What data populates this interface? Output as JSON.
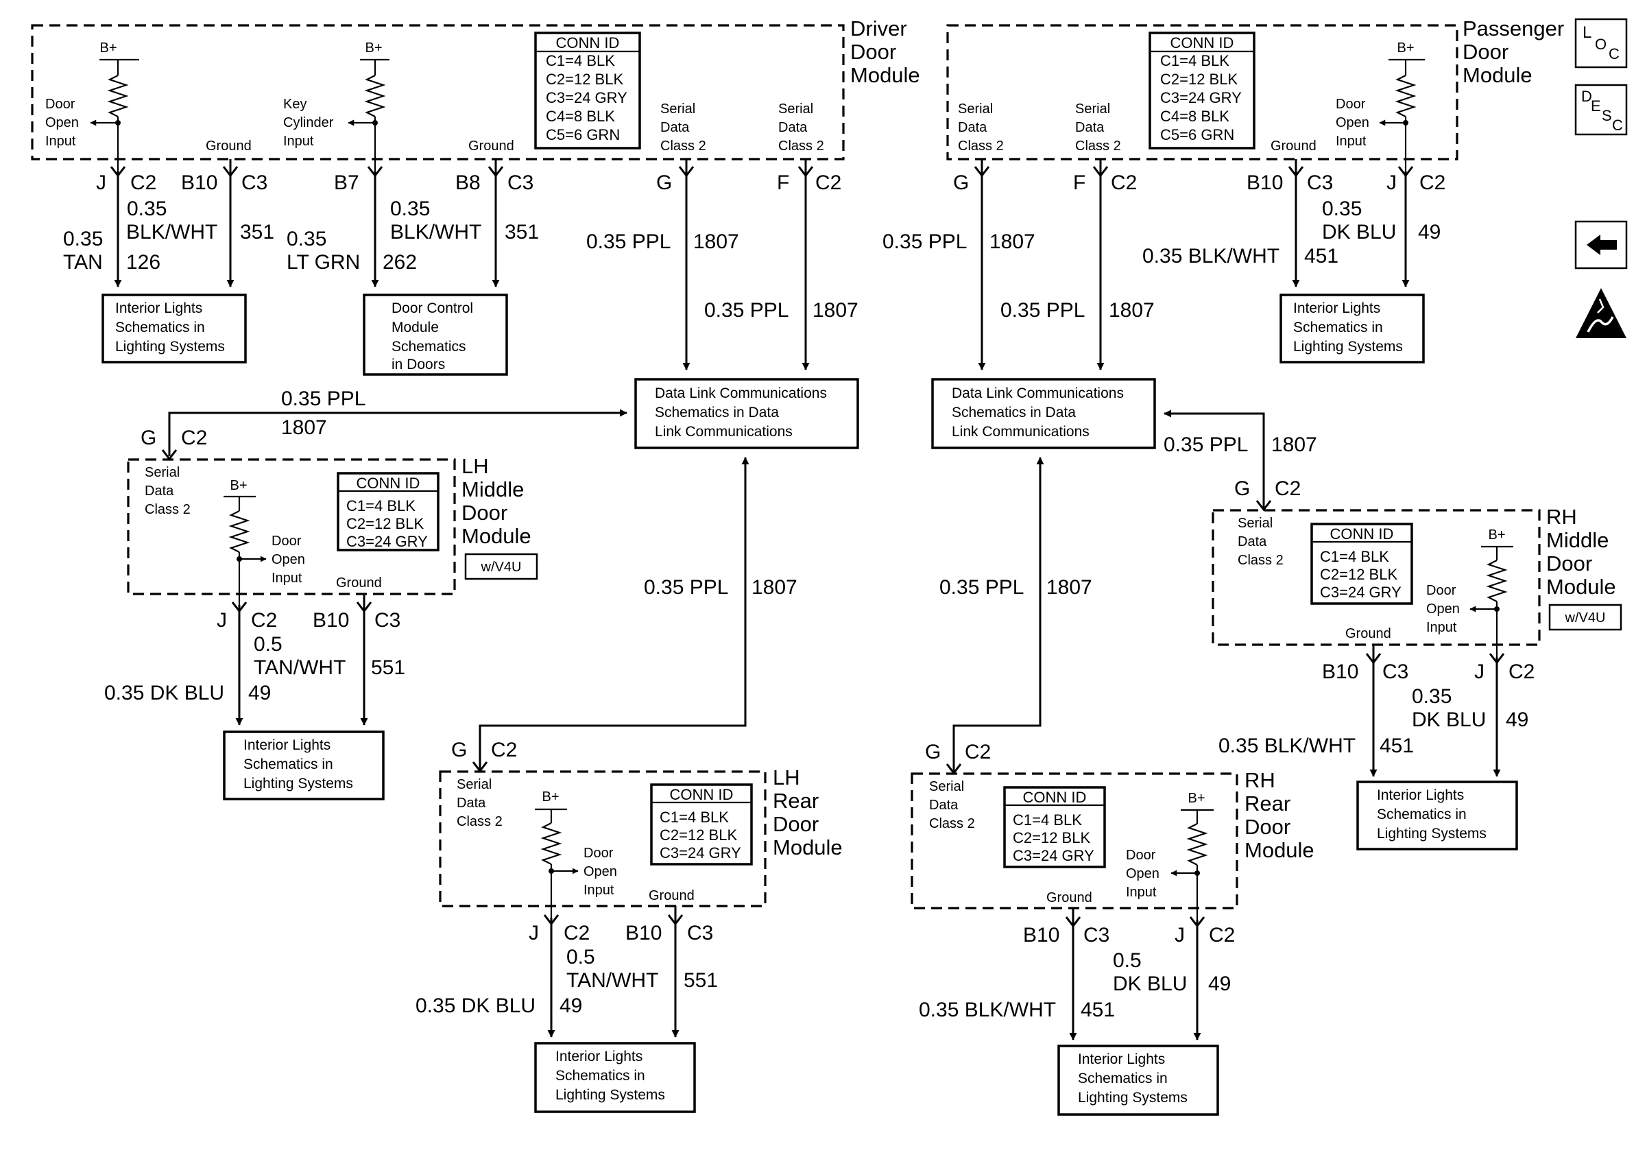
{
  "legend": {
    "connector_header": "CONN ID",
    "b_plus": "B+",
    "ground": "Ground"
  },
  "labels": {
    "door_open_input": [
      "Door",
      "Open",
      "Input"
    ],
    "key_cylinder_input": [
      "Key",
      "Cylinder",
      "Input"
    ],
    "serial_data_class_2": [
      "Serial",
      "Data",
      "Class 2"
    ],
    "option": "w/V4U"
  },
  "modules": {
    "driver": {
      "title": [
        "Driver",
        "Door",
        "Module"
      ],
      "conn": [
        "C1=4 BLK",
        "C2=12 BLK",
        "C3=24 GRY",
        "C4=8 BLK",
        "C5=6 GRN"
      ]
    },
    "passenger": {
      "title": [
        "Passenger",
        "Door",
        "Module"
      ],
      "conn": [
        "C1=4 BLK",
        "C2=12 BLK",
        "C3=24 GRY",
        "C4=8 BLK",
        "C5=6 GRN"
      ]
    },
    "lh_middle": {
      "title": [
        "LH",
        "Middle",
        "Door",
        "Module"
      ],
      "conn": [
        "C1=4 BLK",
        "C2=12 BLK",
        "C3=24 GRY"
      ]
    },
    "rh_middle": {
      "title": [
        "RH",
        "Middle",
        "Door",
        "Module"
      ],
      "conn": [
        "C1=4 BLK",
        "C2=12 BLK",
        "C3=24 GRY"
      ]
    },
    "lh_rear": {
      "title": [
        "LH",
        "Rear",
        "Door",
        "Module"
      ],
      "conn": [
        "C1=4 BLK",
        "C2=12 BLK",
        "C3=24 GRY"
      ]
    },
    "rh_rear": {
      "title": [
        "RH",
        "Rear",
        "Door",
        "Module"
      ],
      "conn": [
        "C1=4 BLK",
        "C2=12 BLK",
        "C3=24 GRY"
      ]
    }
  },
  "pins": {
    "j": "J",
    "c2": "C2",
    "b10": "B10",
    "c3": "C3",
    "b7": "B7",
    "b8": "B8",
    "g": "G",
    "f": "F"
  },
  "wires": {
    "w035": "0.35",
    "w05": "0.5",
    "tan": "TAN",
    "blk_wht": "BLK/WHT",
    "lt_grn": "LT GRN",
    "dk_blu": "DK BLU",
    "tan_wht": "TAN/WHT",
    "c126": "126",
    "c351": "351",
    "c262": "262",
    "c49": "49",
    "c451": "451",
    "c551": "551",
    "ppl": "0.35 PPL",
    "c1807": "1807",
    "dk_blu_full": "0.35 DK BLU",
    "blk_wht_full": "0.35 BLK/WHT"
  },
  "refs": {
    "interior_lights": [
      "Interior Lights",
      "Schematics in",
      "Lighting Systems"
    ],
    "door_control": [
      "Door Control",
      "Module",
      "Schematics",
      "in Doors"
    ],
    "data_link": [
      "Data Link Communications",
      "Schematics in Data",
      "Link Communications"
    ]
  },
  "icons": {
    "loc": {
      "main": "L",
      "sub": "O",
      "sub2": "C"
    },
    "desc": {
      "main": "D",
      "sub": "E",
      "sub2": "S",
      "sub3": "C"
    },
    "back": "left-arrow-icon",
    "esd": "esd-warning-icon"
  }
}
